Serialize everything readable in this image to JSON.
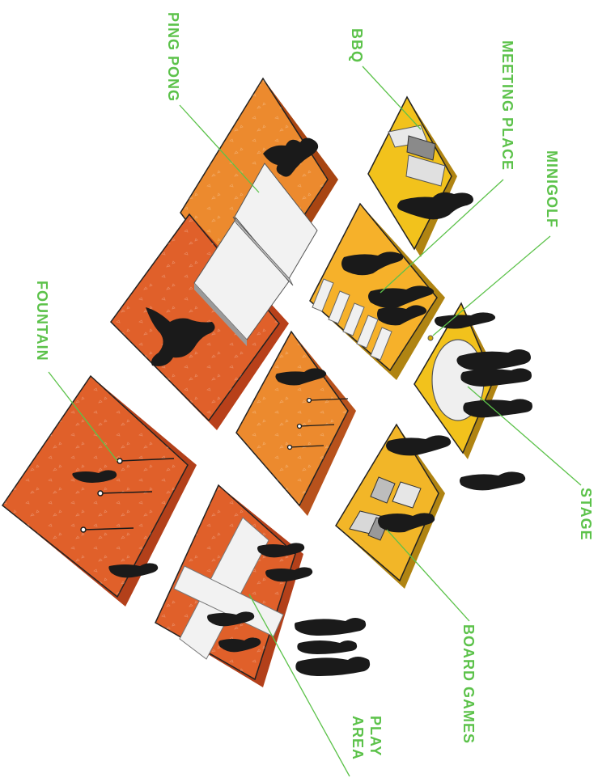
{
  "labels": {
    "bbq": "BBQ",
    "meeting_place": "MEETING PLACE",
    "minigolf": "MINIGOLF",
    "ping_pong": "PING PONG",
    "fountain": "FOUNTAIN",
    "stage": "STAGE",
    "board_games": "BOARD GAMES",
    "play_area_line1": "PLAY",
    "play_area_line2": "AREA"
  },
  "colors": {
    "label_green": "#5cc24a",
    "orange_red": "#e0602a",
    "orange": "#ec8a2e",
    "yellow": "#f2c21c",
    "silhouette": "#1a1a1a"
  }
}
